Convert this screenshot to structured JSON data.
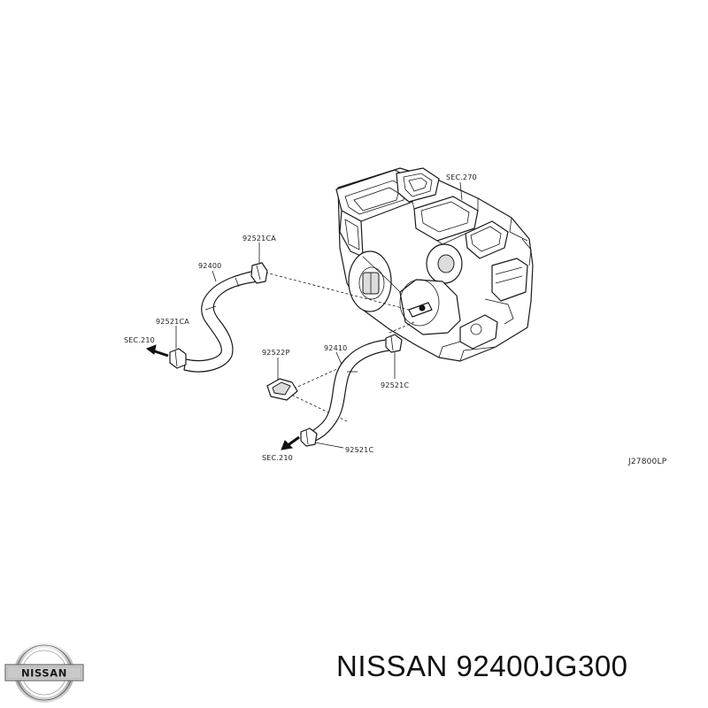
{
  "diagram": {
    "labels": {
      "sec270": "SEC.270",
      "p92521ca_top": "92521CA",
      "p92400": "92400",
      "p92521ca_left": "92521CA",
      "sec210_left": "SEC.210",
      "p92522p": "92522P",
      "p92410": "92410",
      "p92521c_right": "92521C",
      "p92521c_bottom": "92521C",
      "sec210_bottom": "SEC.210",
      "ref_code": "J27800LP"
    }
  },
  "brand": {
    "logo_text": "NISSAN",
    "caption": "NISSAN 92400JG300"
  }
}
